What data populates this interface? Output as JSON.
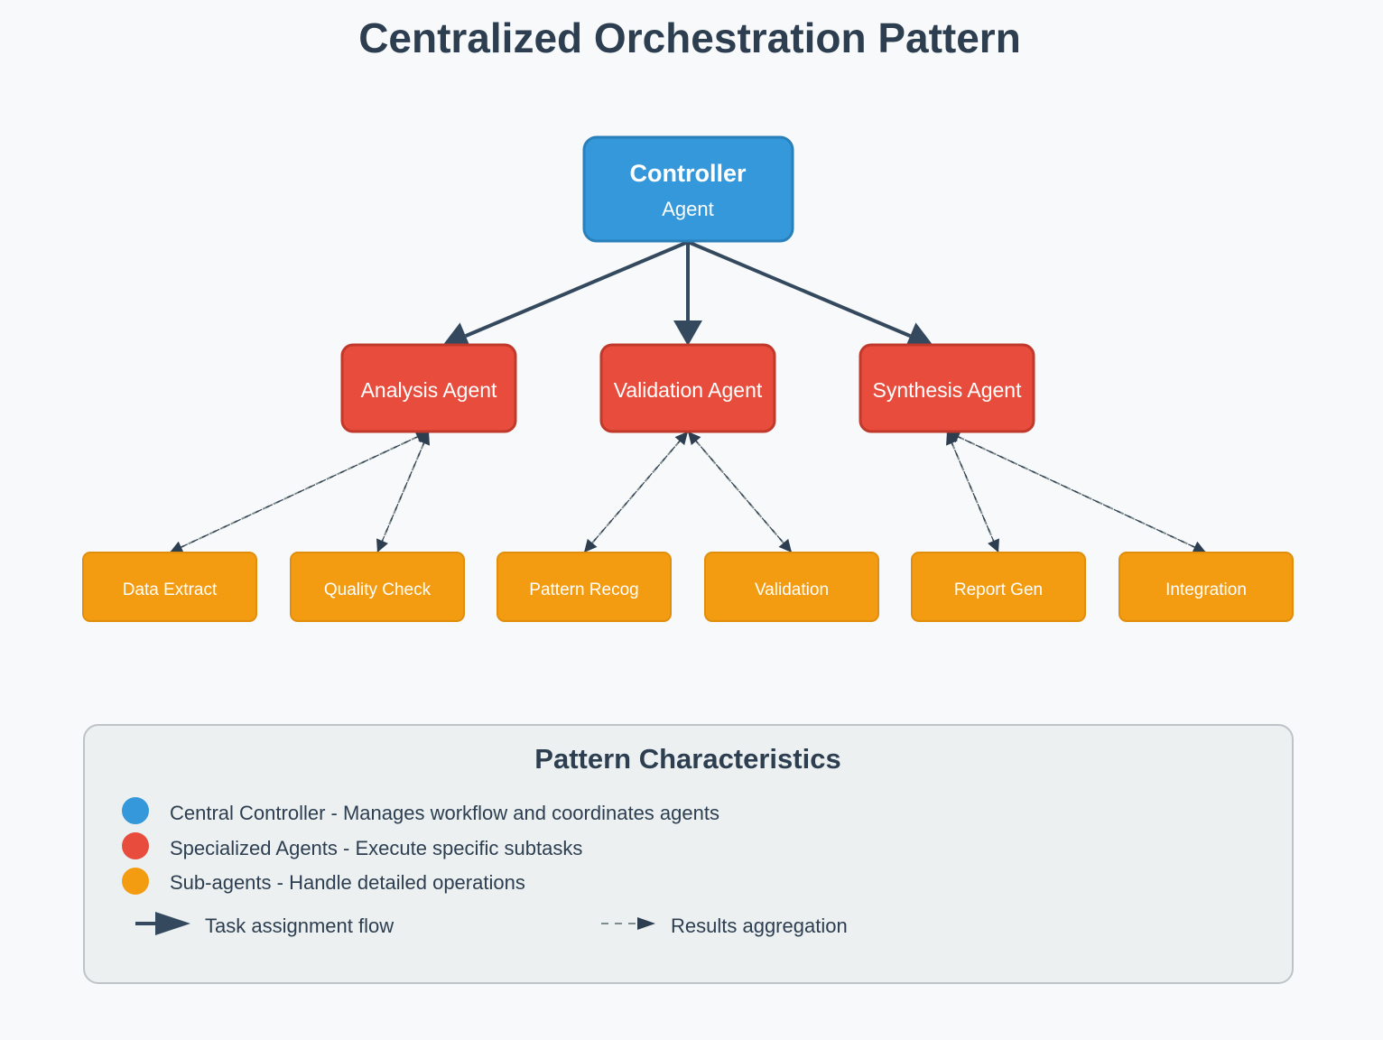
{
  "title": "Centralized Orchestration Pattern",
  "controller": {
    "title": "Controller",
    "subtitle": "Agent",
    "color": "#3498db"
  },
  "agents": [
    {
      "label": "Analysis Agent"
    },
    {
      "label": "Validation Agent"
    },
    {
      "label": "Synthesis Agent"
    }
  ],
  "sub_agents": [
    {
      "label": "Data Extract",
      "parent": 0
    },
    {
      "label": "Quality Check",
      "parent": 0
    },
    {
      "label": "Pattern Recog",
      "parent": 1
    },
    {
      "label": "Validation",
      "parent": 1
    },
    {
      "label": "Report Gen",
      "parent": 2
    },
    {
      "label": "Integration",
      "parent": 2
    }
  ],
  "colors": {
    "controller": "#3498db",
    "agent": "#e74c3c",
    "sub_agent": "#f39c12",
    "arrow": "#34495e",
    "text_dark": "#2c3e50"
  },
  "legend": {
    "title": "Pattern Characteristics",
    "items": [
      {
        "color": "#3498db",
        "text": "Central Controller - Manages workflow and coordinates agents"
      },
      {
        "color": "#e74c3c",
        "text": "Specialized Agents - Execute specific subtasks"
      },
      {
        "color": "#f39c12",
        "text": "Sub-agents - Handle detailed operations"
      }
    ],
    "solid_arrow_label": "Task assignment flow",
    "dashed_arrow_label": "Results aggregation"
  }
}
